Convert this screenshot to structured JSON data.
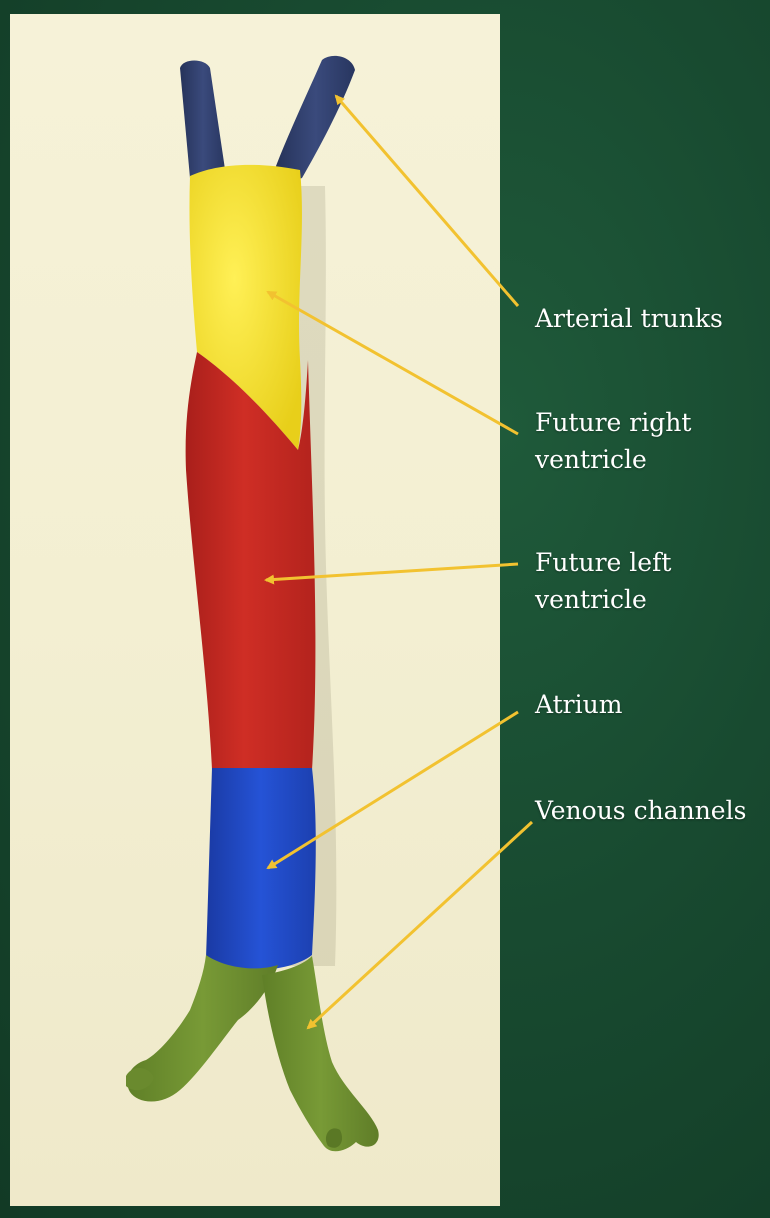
{
  "colors": {
    "background": "#184a30",
    "panel": "#f4f0d4",
    "arterial_trunks": "#2f3e6a",
    "future_right_ventricle": "#f2e22c",
    "future_left_ventricle": "#c62a22",
    "atrium": "#1f48c4",
    "venous_channels": "#6e8f2f",
    "arrow": "#f2c230",
    "label_text": "#ffffff"
  },
  "labels": {
    "arterial_trunks": "Arterial trunks",
    "future_right_ventricle": [
      "Future right",
      "ventricle"
    ],
    "future_left_ventricle": [
      "Future left",
      "ventricle"
    ],
    "atrium": "Atrium",
    "venous_channels": "Venous channels"
  }
}
